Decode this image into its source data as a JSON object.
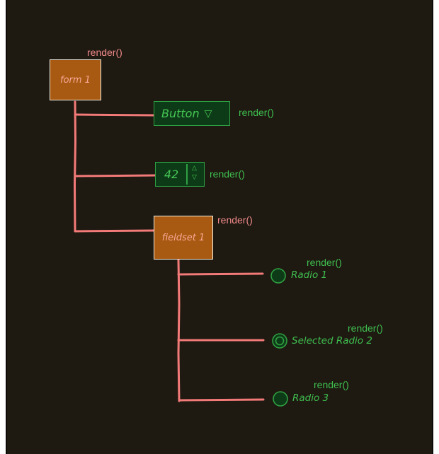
{
  "diagram": {
    "render_label": "render()",
    "form": {
      "label": "form 1"
    },
    "button": {
      "label": "Button",
      "dropdown_glyph": "▽"
    },
    "number_input": {
      "value": "42",
      "up_glyph": "△",
      "down_glyph": "▽"
    },
    "fieldset": {
      "label": "fieldset 1"
    },
    "radios": [
      {
        "label": "Radio 1",
        "selected": false
      },
      {
        "label": "Selected Radio 2",
        "selected": true
      },
      {
        "label": "Radio 3",
        "selected": false
      }
    ]
  },
  "colors": {
    "background": "#1e1911",
    "connector": "#f27a78",
    "render_pink": "#f08a8a",
    "render_green": "#3fbf4f",
    "orange_node": "#a85a12",
    "green_node": "#0e3b17",
    "green_stroke": "#2fa042"
  }
}
